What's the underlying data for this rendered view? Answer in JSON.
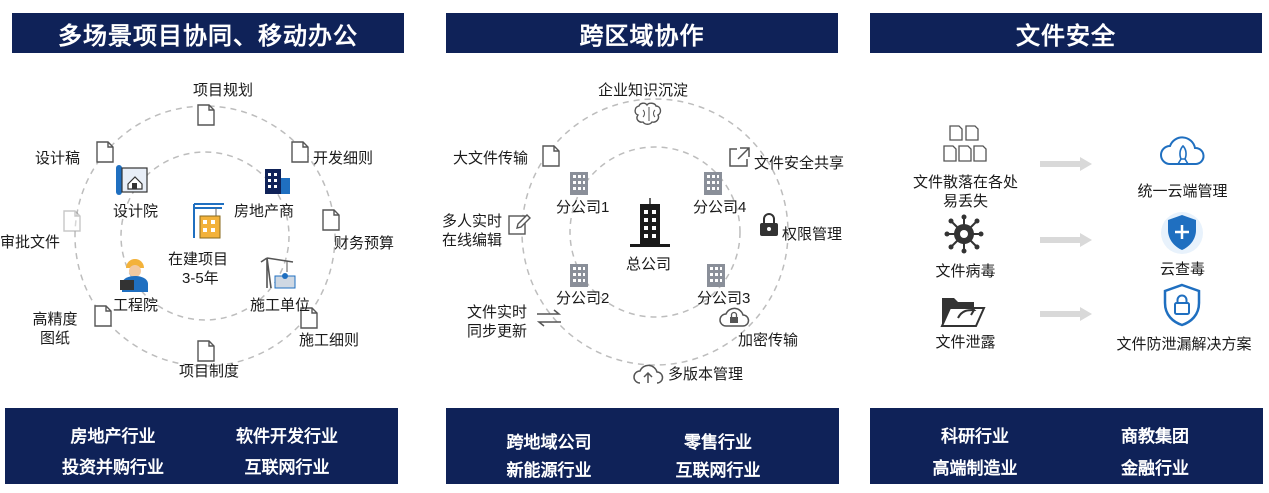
{
  "panels": {
    "left": {
      "title": "多场景项目协同、移动办公",
      "center_text": [
        "在建项目",
        "3-5年"
      ],
      "nodes": {
        "design_institute": "设计院",
        "developer": "房地产商",
        "engineering_institute": "工程院",
        "construction_unit": "施工单位"
      },
      "docs": {
        "project_plan": "项目规划",
        "dev_rules": "开发细则",
        "design_draft": "设计稿",
        "approval": "审批文件",
        "budget": "财务预算",
        "hd_drawing": [
          "高精度",
          "图纸"
        ],
        "construction_rules": "施工细则",
        "project_system": "项目制度"
      },
      "industries": [
        "房地产行业",
        "软件开发行业",
        "投资并购行业",
        "互联网行业"
      ]
    },
    "middle": {
      "title": "跨区域协作",
      "center_text": "总公司",
      "branches": [
        "分公司1",
        "分公司4",
        "分公司2",
        "分公司3"
      ],
      "features": {
        "knowledge": "企业知识沉淀",
        "big_file": "大文件传输",
        "secure_share": "文件安全共享",
        "realtime_edit": [
          "多人实时",
          "在线编辑"
        ],
        "permission": "权限管理",
        "sync": [
          "文件实时",
          "同步更新"
        ],
        "encrypt": "加密传输",
        "versions": "多版本管理"
      },
      "industries": [
        "跨地域公司",
        "零售行业",
        "新能源行业",
        "互联网行业"
      ]
    },
    "right": {
      "title": "文件安全",
      "problems": [
        [
          "文件散落在各处",
          "易丢失"
        ],
        [
          "文件病毒"
        ],
        [
          "文件泄露"
        ]
      ],
      "solutions": [
        "统一云端管理",
        "云查毒",
        "文件防泄漏解决方案"
      ],
      "industries": [
        "科研行业",
        "商教集团",
        "高端制造业",
        "金融行业"
      ]
    }
  },
  "colors": {
    "navy": "#0f2258",
    "accent_blue": "#1f6fc0",
    "ring_gray": "#bdbdbd",
    "arrow_gray": "#d9d9d9"
  }
}
